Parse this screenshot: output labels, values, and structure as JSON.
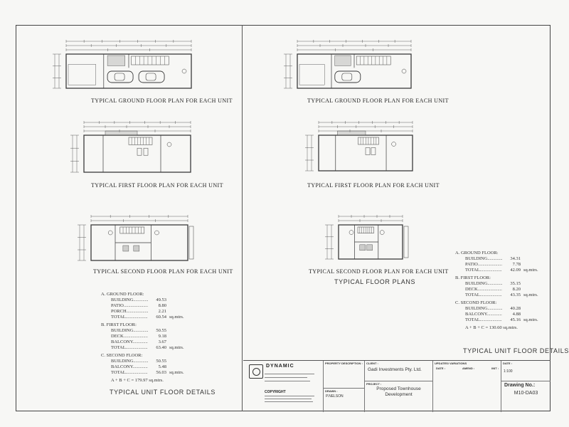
{
  "left_panel": {
    "plan_titles": {
      "ground": "TYPICAL GROUND FLOOR PLAN FOR EACH UNIT",
      "first": "TYPICAL FIRST FLOOR PLAN FOR EACH UNIT",
      "second": "TYPICAL SECOND FLOOR PLAN FOR EACH UNIT"
    },
    "areas": {
      "ground_header": "A.  GROUND FLOOR:",
      "ground_rows": [
        {
          "label": "BUILDING",
          "value": "49.53",
          "unit": ""
        },
        {
          "label": "PATIO",
          "value": "8.80",
          "unit": ""
        },
        {
          "label": "PORCH",
          "value": "2.21",
          "unit": ""
        },
        {
          "label": "TOTAL",
          "value": "60.54",
          "unit": "sq.mtrs."
        }
      ],
      "first_header": "B.  FIRST FLOOR:",
      "first_rows": [
        {
          "label": "BUILDING",
          "value": "50.55",
          "unit": ""
        },
        {
          "label": "DECK",
          "value": "9.18",
          "unit": ""
        },
        {
          "label": "BALCONY",
          "value": "3.67",
          "unit": ""
        },
        {
          "label": "TOTAL",
          "value": "63.40",
          "unit": "sq.mtrs."
        }
      ],
      "second_header": "C.  SECOND FLOOR:",
      "second_rows": [
        {
          "label": "BUILDING",
          "value": "50.55",
          "unit": ""
        },
        {
          "label": "BALCONY",
          "value": "5.48",
          "unit": ""
        },
        {
          "label": "TOTAL",
          "value": "56.03",
          "unit": "sq.mtrs."
        }
      ],
      "sum": "A + B + C = 179.97 sq.mtrs."
    },
    "caption": "TYPICAL UNIT FLOOR DETAILS"
  },
  "right_panel": {
    "plan_titles": {
      "ground": "TYPICAL GROUND FLOOR PLAN FOR EACH UNIT",
      "first": "TYPICAL FIRST FLOOR PLAN FOR EACH UNIT",
      "second": "TYPICAL SECOND FLOOR PLAN FOR EACH UNIT"
    },
    "floor_plans_caption": "TYPICAL FLOOR PLANS",
    "areas": {
      "ground_header": "A.  GROUND FLOOR:",
      "ground_rows": [
        {
          "label": "BUILDING",
          "value": "34.31",
          "unit": ""
        },
        {
          "label": "PATIO",
          "value": "7.78",
          "unit": ""
        },
        {
          "label": "TOTAL",
          "value": "42.09",
          "unit": "sq.mtrs."
        }
      ],
      "first_header": "B.  FIRST FLOOR:",
      "first_rows": [
        {
          "label": "BUILDING",
          "value": "35.15",
          "unit": ""
        },
        {
          "label": "DECK",
          "value": "8.20",
          "unit": ""
        },
        {
          "label": "TOTAL",
          "value": "43.35",
          "unit": "sq.mtrs."
        }
      ],
      "second_header": "C.  SECOND FLOOR:",
      "second_rows": [
        {
          "label": "BUILDING",
          "value": "40.28",
          "unit": ""
        },
        {
          "label": "BALCONY",
          "value": "4.88",
          "unit": ""
        },
        {
          "label": "TOTAL",
          "value": "45.16",
          "unit": "sq.mtrs."
        }
      ],
      "sum": "A + B + C = 130.60 sq.mtrs."
    },
    "caption": "TYPICAL UNIT FLOOR DETAILS"
  },
  "title_block": {
    "company": "DYNAMIC",
    "copyright": "COPYRIGHT",
    "property_label": "PROPERTY DESCRIPTION :",
    "client_label": "CLIENT :",
    "client": "Gadi Investments Pty. Ltd.",
    "drawn_label": "DRAWN :",
    "drawn": "P.NELSON",
    "project_label": "PROJECT :",
    "project_line1": "Proposed Townhouse",
    "project_line2": "Development",
    "updates_label": "UPDATES/ VARIATIONS",
    "date_label": "DATE :",
    "amend_label": "AMEND :",
    "init_label": "INIT :",
    "scale_value": "1:100",
    "drawing_no_label": "Drawing No.:",
    "drawing_no": "M10-DA03"
  },
  "colors": {
    "line": "#3a3a3a",
    "fill_hatch": "#9a9a9a",
    "paper": "#f7f7f5"
  }
}
